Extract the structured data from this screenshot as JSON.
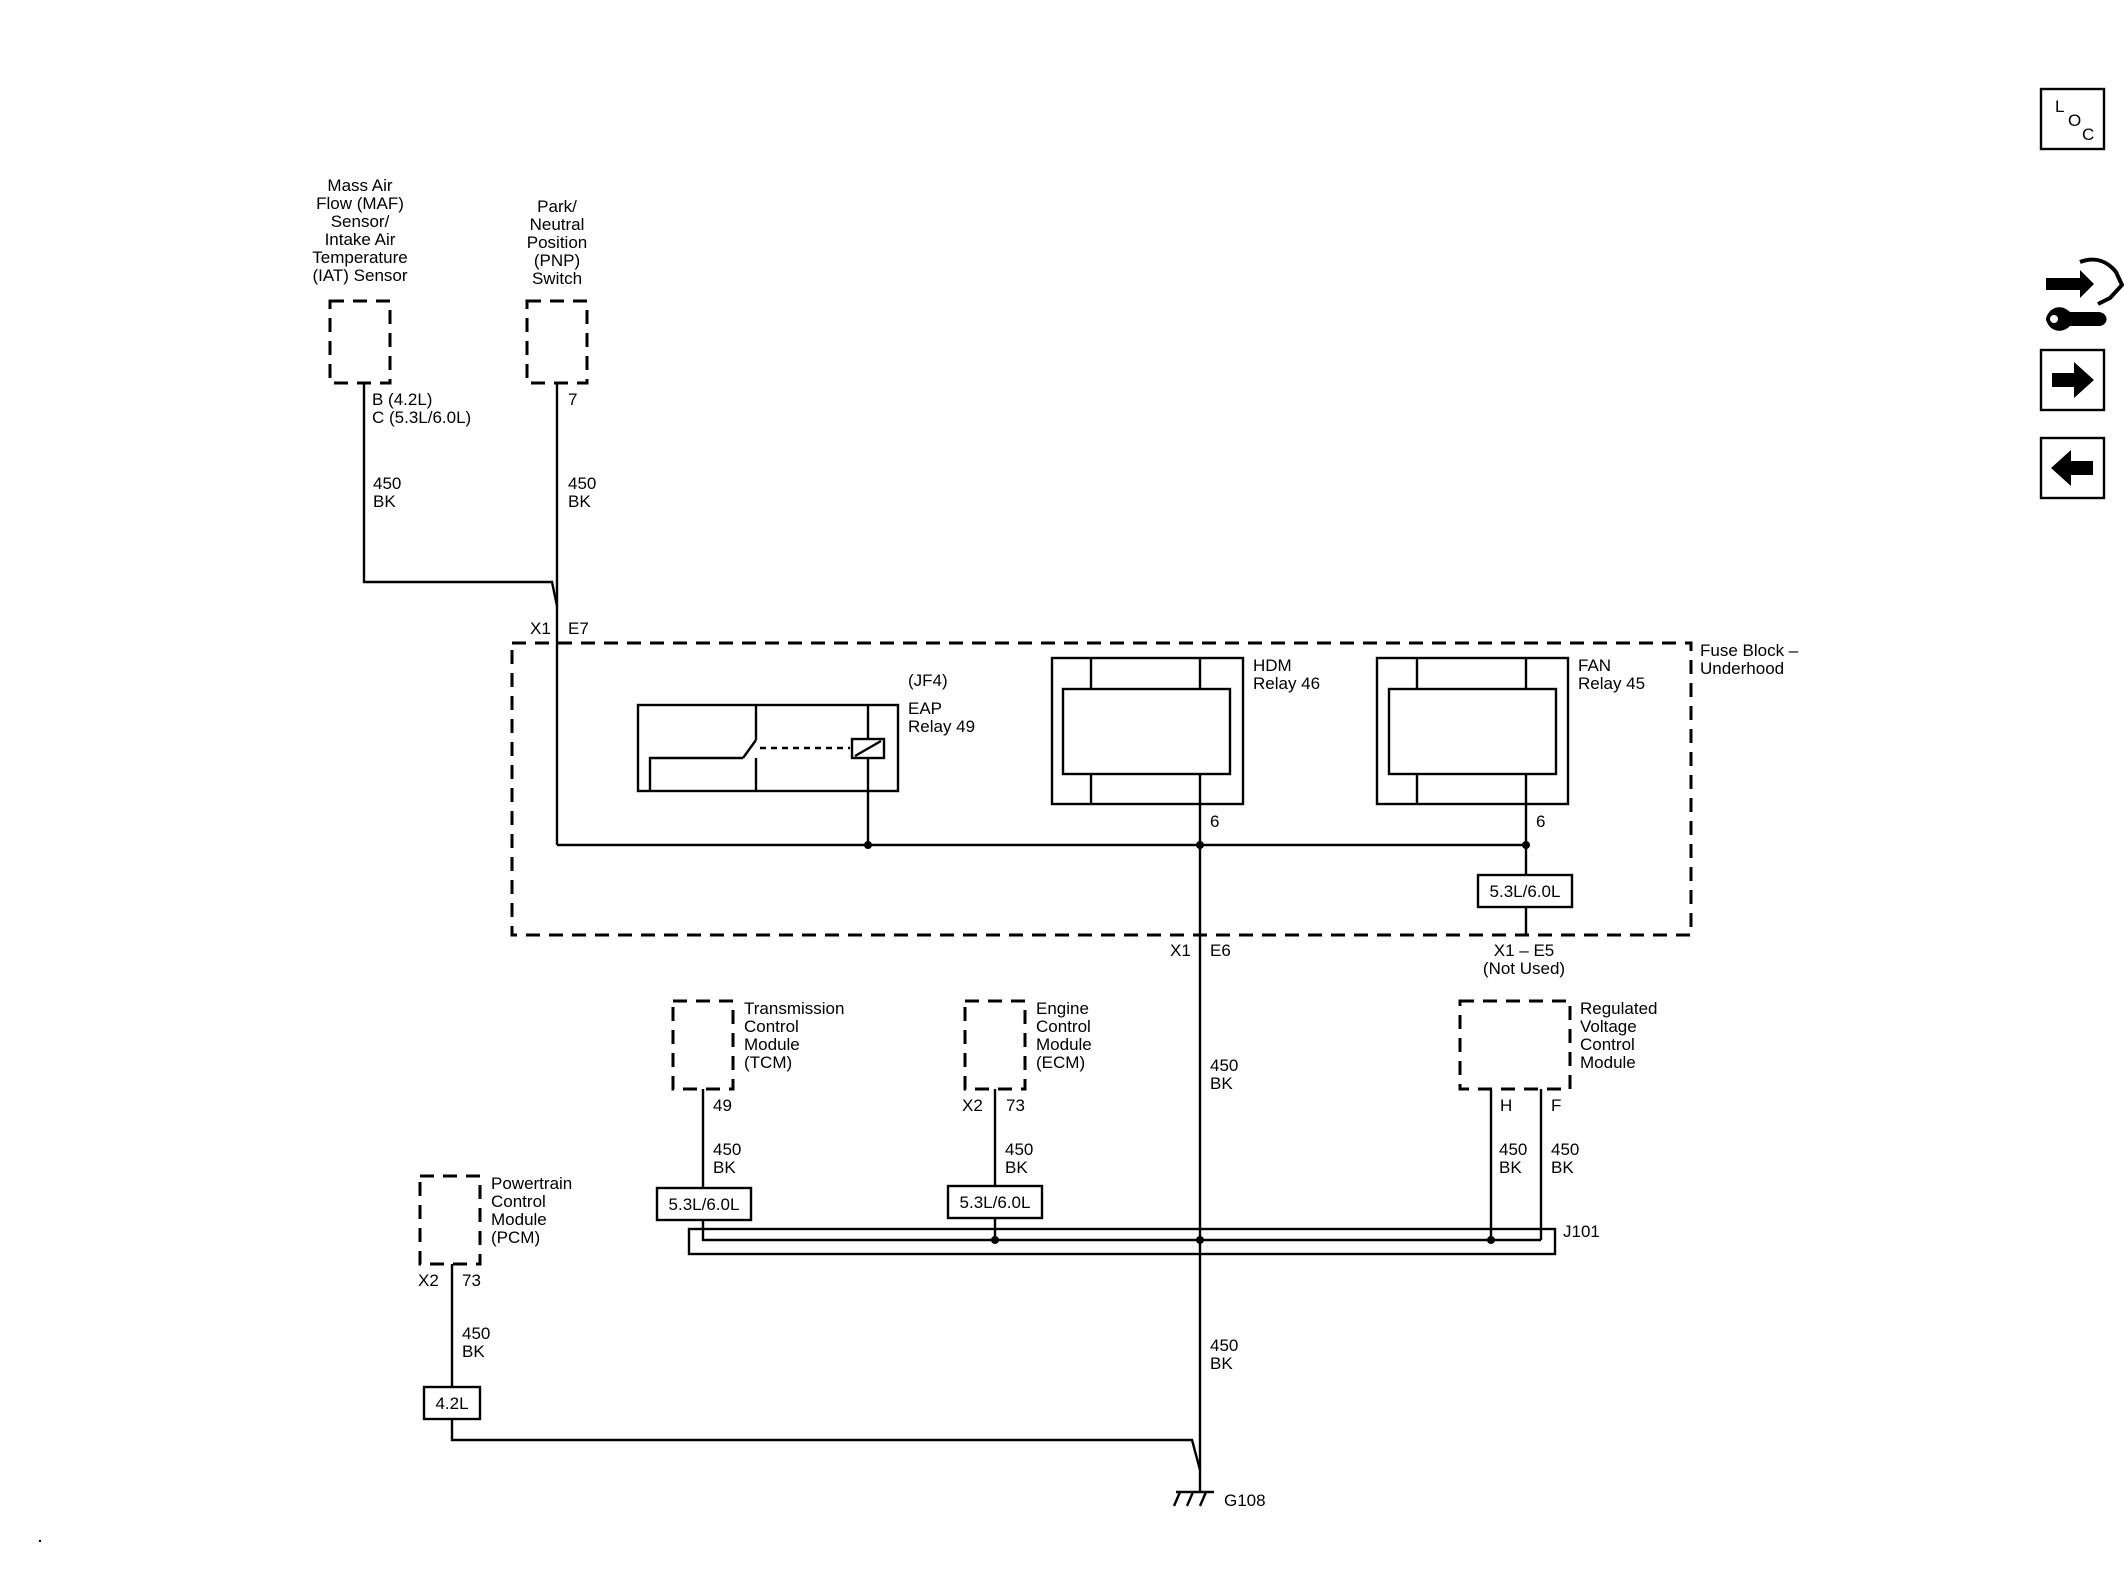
{
  "components": {
    "maf": {
      "lines": [
        "Mass Air",
        "Flow (MAF)",
        "Sensor/",
        "Intake Air",
        "Temperature",
        "(IAT) Sensor"
      ],
      "pin_lines": [
        "B (4.2L)",
        "C (5.3L/6.0L)"
      ]
    },
    "pnp": {
      "lines": [
        "Park/",
        "Neutral",
        "Position",
        "(PNP)",
        "Switch"
      ],
      "pin": "7"
    },
    "tcm": {
      "lines": [
        "Transmission",
        "Control",
        "Module",
        "(TCM)"
      ],
      "pin": "49"
    },
    "ecm": {
      "lines": [
        "Engine",
        "Control",
        "Module",
        "(ECM)"
      ],
      "connector": "X2",
      "pin": "73"
    },
    "rvc": {
      "lines": [
        "Regulated",
        "Voltage",
        "Control",
        "Module"
      ],
      "pin_h": "H",
      "pin_f": "F"
    },
    "pcm": {
      "lines": [
        "Powertrain",
        "Control",
        "Module",
        "(PCM)"
      ],
      "connector": "X2",
      "pin": "73"
    }
  },
  "fuse_block": {
    "lines": [
      "Fuse Block –",
      "Underhood"
    ],
    "eap": {
      "lines": [
        "(JF4)",
        "EAP",
        "Relay 49"
      ]
    },
    "hdm": {
      "lines": [
        "HDM",
        "Relay 46"
      ],
      "pin": "6"
    },
    "fan": {
      "lines": [
        "FAN",
        "Relay 45"
      ],
      "pin": "6"
    },
    "x1_e7": {
      "connector": "X1",
      "pin": "E7"
    },
    "x1_e6": {
      "connector": "X1",
      "pin": "E6"
    },
    "x1_e5": {
      "label": "X1 – E5",
      "note": "(Not Used)"
    }
  },
  "wires": {
    "circuit": "450",
    "color": "BK"
  },
  "option_labels": {
    "v8": "5.3L/6.0L",
    "v6": "4.2L"
  },
  "splice": "J101",
  "ground": "G108",
  "nav": {
    "loc_l": "L",
    "loc_o": "O",
    "loc_c": "C"
  }
}
